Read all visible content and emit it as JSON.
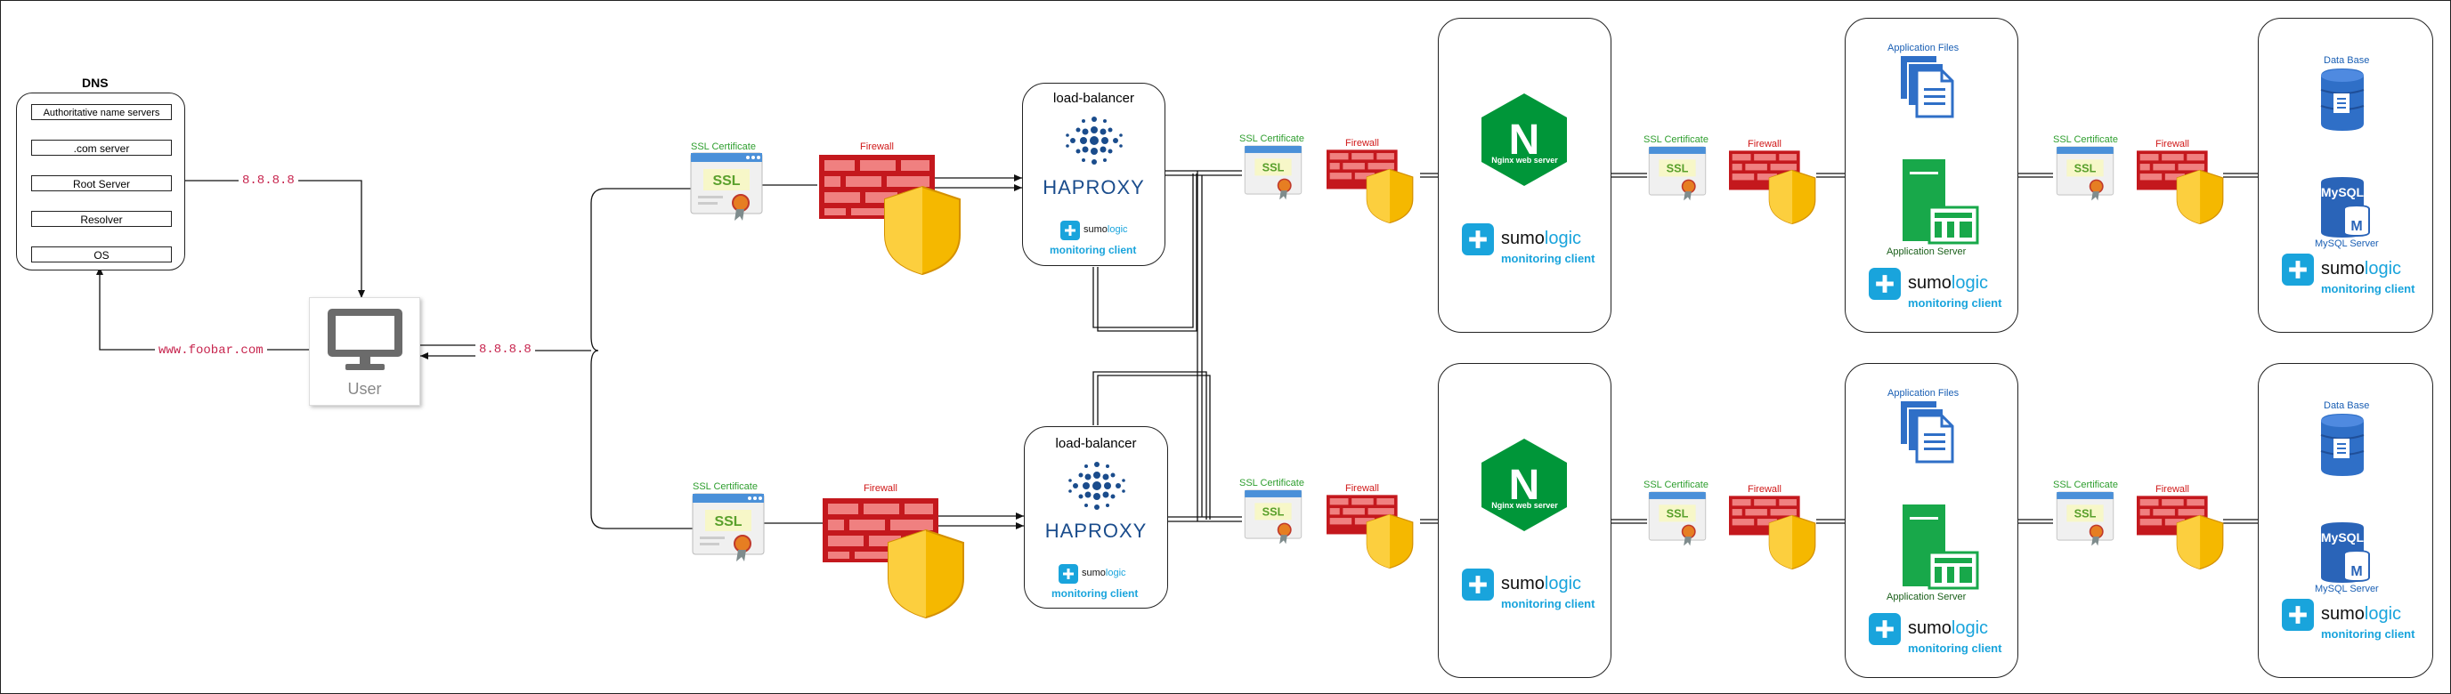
{
  "dns": {
    "title": "DNS",
    "rows": [
      "Authoritative name servers",
      ".com server",
      "Root Server",
      "Resolver",
      "OS"
    ]
  },
  "flow_labels": {
    "ip_to_user": "8.8.8.8",
    "domain": "www.foobar.com",
    "ip_to_lb": "8.8.8.8"
  },
  "user": {
    "label": "User"
  },
  "ssl_label": "SSL Certificate",
  "ssl_badge": "SSL",
  "firewall_label": "Firewall",
  "load_balancers": [
    {
      "title": "load-balancer",
      "brand": "HAPROXY"
    },
    {
      "title": "load-balancer",
      "brand": "HAPROXY"
    }
  ],
  "web_server": {
    "caption": "Nginx web server",
    "glyph": "N"
  },
  "app_server": {
    "files_label": "Application Files",
    "server_label": "Application Server"
  },
  "db_server": {
    "db_label": "Data Base",
    "mysql_label": "MySQL Server",
    "mysql_badge": "MySQL",
    "mysql_m": "M"
  },
  "monitoring": {
    "brand_a": "sumo",
    "brand_b": "logic",
    "client": "monitoring client"
  },
  "colors": {
    "ssl_green": "#2e9e2e",
    "firewall_red": "#d01818",
    "sumo_blue": "#19a4dc",
    "nginx_green": "#009639",
    "haproxy_blue": "#1a4c8c"
  }
}
